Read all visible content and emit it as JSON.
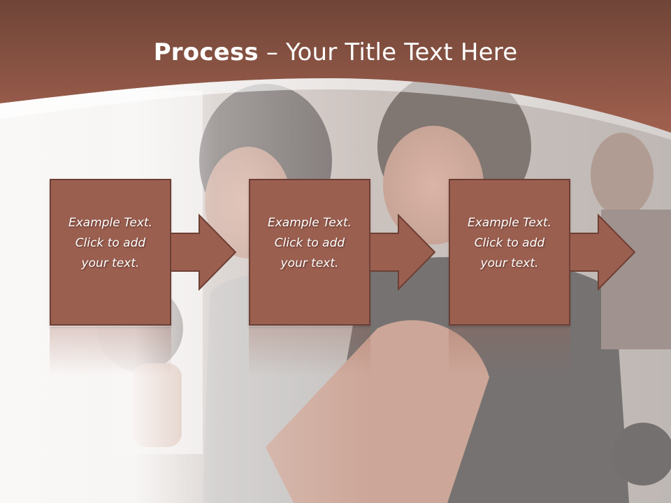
{
  "slide": {
    "title_bold": "Process",
    "title_rest": " – Your Title Text Here"
  },
  "colors": {
    "header": "#8e5545",
    "box_fill": "#9b5f50",
    "box_border": "#6d3f34",
    "text": "#ffffff"
  },
  "steps": [
    {
      "line1": "Example Text.",
      "line2": "Click  to add",
      "line3": "your text."
    },
    {
      "line1": "Example Text.",
      "line2": "Click  to add",
      "line3": "your text."
    },
    {
      "line1": "Example Text.",
      "line2": "Click  to add",
      "line3": "your text."
    }
  ],
  "icons": {
    "arrow": "right-arrow-icon"
  }
}
